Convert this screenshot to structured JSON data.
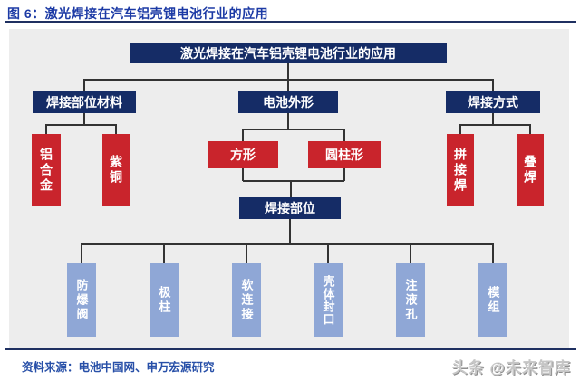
{
  "figure": {
    "title": "图 6：激光焊接在汽车铝壳锂电池行业的应用",
    "source": "资料来源：电池中国网、申万宏源研究",
    "watermark": "头条 @未来智库"
  },
  "colors": {
    "navy": "#152c66",
    "red": "#c9242c",
    "periwinkle": "#8fa7d6",
    "panel_bg": "#ededed",
    "line": "#333333",
    "title_blue": "#1c3aa5",
    "source_blue": "#2850a8",
    "rule_navy": "#1f3061",
    "watermark_gray": "#c6c6c6"
  },
  "diagram": {
    "root": {
      "label": "激光焊接在汽车铝壳锂电池行业的应用"
    },
    "branches": [
      {
        "label": "焊接部位材料",
        "children": [
          "铝合金",
          "紫铜"
        ]
      },
      {
        "label": "电池外形",
        "children": [
          "方形",
          "圆柱形"
        ]
      },
      {
        "label": "焊接方式",
        "children": [
          "拼接焊",
          "叠焊"
        ]
      }
    ],
    "mid": {
      "label": "焊接部位",
      "children": [
        "防爆阀",
        "极柱",
        "软连接",
        "壳体封口",
        "注液孔",
        "模组"
      ]
    }
  }
}
